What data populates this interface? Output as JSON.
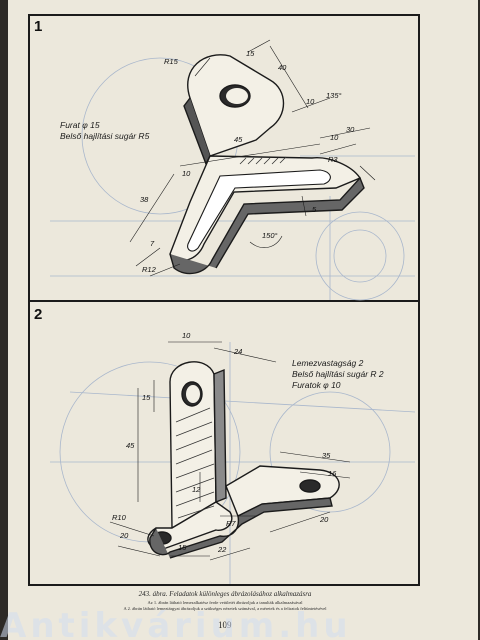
{
  "figure1": {
    "number": "1",
    "note_line1": "Furat φ 15",
    "note_line2": "Belső hajlítási sugár R5",
    "dims": {
      "r15": "R15",
      "d15": "15",
      "d40": "40",
      "d10a": "10",
      "a135": "135°",
      "d45": "45",
      "d10b": "10",
      "d30": "30",
      "r3": "R3",
      "d10c": "10",
      "d38": "38",
      "d7": "7",
      "r12": "R12",
      "a150": "150°",
      "d5": "5"
    }
  },
  "figure2": {
    "number": "2",
    "note_line1": "Lemezvastagság 2",
    "note_line2": "Belső hajlítási sugár R 2",
    "note_line3": "Furatok φ 10",
    "dims": {
      "d10": "10",
      "d24": "24",
      "d15": "15",
      "d45": "45",
      "d35": "35",
      "d16": "16",
      "d12": "12",
      "r10": "R10",
      "r7": "R7",
      "d20a": "20",
      "d15b": "15",
      "d22": "22",
      "d20b": "20"
    }
  },
  "caption": {
    "title": "243. ábra. Feladatok különleges ábrázolásához alkalmazásra",
    "line1": "Az 1. ábrán látható lemezalkatész ferde vetületét ábrázoljuk a tanulták alkalmazásával",
    "line2": "A 2. ábrán látható lemeztárgyat ábrázoljuk a szükséges nézetek számával, a méretek és a feliratok feltüntetésével"
  },
  "page_number": "109",
  "watermark": "Antikvárium.hu",
  "colors": {
    "paper": "#ece8dc",
    "ink": "#1b1b1b",
    "ghost_lines": "#a9b7cc",
    "hatch": "#333333"
  }
}
